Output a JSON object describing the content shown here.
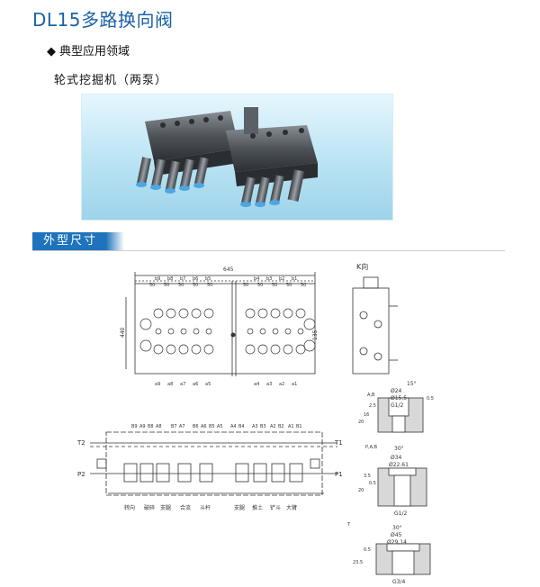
{
  "page": {
    "title": "DL15多路换向阀",
    "section_heading": "典型应用领域",
    "section_marker": "◆",
    "application": "轮式挖掘机（两泵）",
    "dimensions_banner": "外型尺寸"
  },
  "drawing": {
    "overall_width": "645",
    "height_dim": "440",
    "pitch_label": "50",
    "right_height": "135",
    "view_label": "K向",
    "top_port_labels": [
      "b9",
      "b8",
      "b7",
      "b6",
      "b5",
      "b4",
      "b3",
      "b2",
      "b1"
    ],
    "bottom_port_labels": [
      "a9",
      "a8",
      "a7",
      "a6",
      "a5",
      "a4",
      "a3",
      "a2",
      "a1"
    ],
    "schematic_port_labels": [
      "B9",
      "A9",
      "B8",
      "A8",
      "B7",
      "A7",
      "B6",
      "A6",
      "B5",
      "A5",
      "A4",
      "B4",
      "A3",
      "B3",
      "A2",
      "B2",
      "A1",
      "B1"
    ],
    "tank_left": "T2",
    "tank_right": "T1",
    "pump_left": "P2",
    "pump_right": "P1",
    "functions": [
      "转向",
      "破碎",
      "支腿",
      "合流",
      "斗杆",
      "支腿",
      "推土",
      "铲斗",
      "大臂"
    ],
    "port_detail_1": {
      "label": "A,B",
      "dia_1": "Ø24",
      "dia_2": "Ø15.5",
      "thread": "G1/2",
      "angle": "15°",
      "depth_1": "20",
      "depth_2": "16",
      "depth_3": "2.5",
      "depth_4": "0.5"
    },
    "port_detail_2": {
      "label": "P,A,B",
      "dia_1": "Ø34",
      "dia_2": "Ø22.61",
      "thread": "G1/2",
      "angle": "30°",
      "depth_1": "20",
      "depth_2": "3.5",
      "depth_3": "0.5"
    },
    "port_detail_3": {
      "label": "T",
      "dia_1": "Ø45",
      "dia_2": "Ø29.14",
      "thread": "G3/4",
      "angle": "30°",
      "depth_1": "23.5",
      "depth_2": "0.5"
    }
  }
}
